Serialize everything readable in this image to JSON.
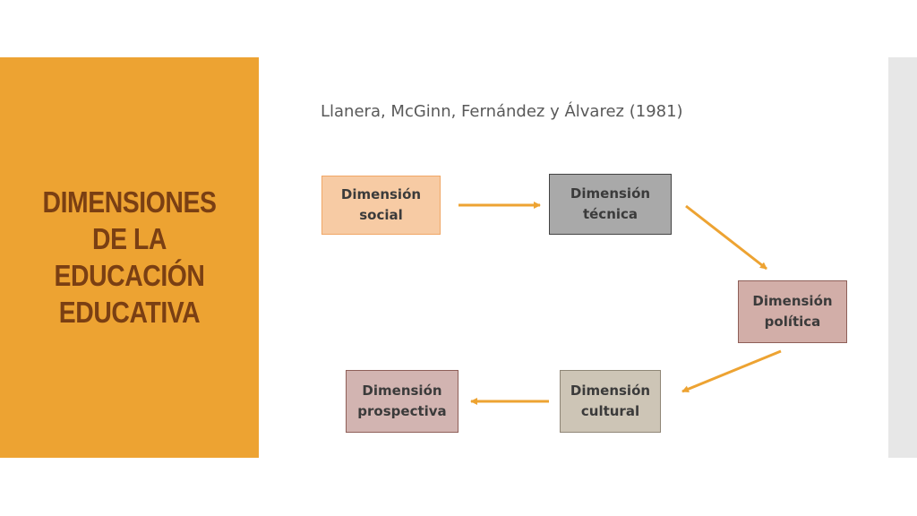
{
  "slide": {
    "title_lines": [
      "DIMENSIONES",
      "DE LA",
      "EDUCACIÓN",
      "EDUCATIVA"
    ],
    "subtitle": "Llanera, McGinn, Fernández y Álvarez (1981)"
  },
  "diagram": {
    "boxes": {
      "social": [
        "Dimensión",
        "social"
      ],
      "tecnica": [
        "Dimensión",
        "técnica"
      ],
      "politica": [
        "Dimensión",
        "política"
      ],
      "cultural": [
        "Dimensión",
        "cultural"
      ],
      "prospectiva": [
        "Dimensión",
        "prospectiva"
      ]
    },
    "flow": [
      "social",
      "tecnica",
      "politica",
      "cultural",
      "prospectiva"
    ]
  },
  "colors": {
    "panel": "#eda332",
    "title_text": "#7a3f13",
    "arrow": "#eda332",
    "box_social": "#f7cba4",
    "box_tecnica": "#a9a9a9",
    "box_politica": "#d2aea8",
    "box_cultural": "#cdc5b6",
    "box_prospectiva": "#d2b4b1"
  }
}
